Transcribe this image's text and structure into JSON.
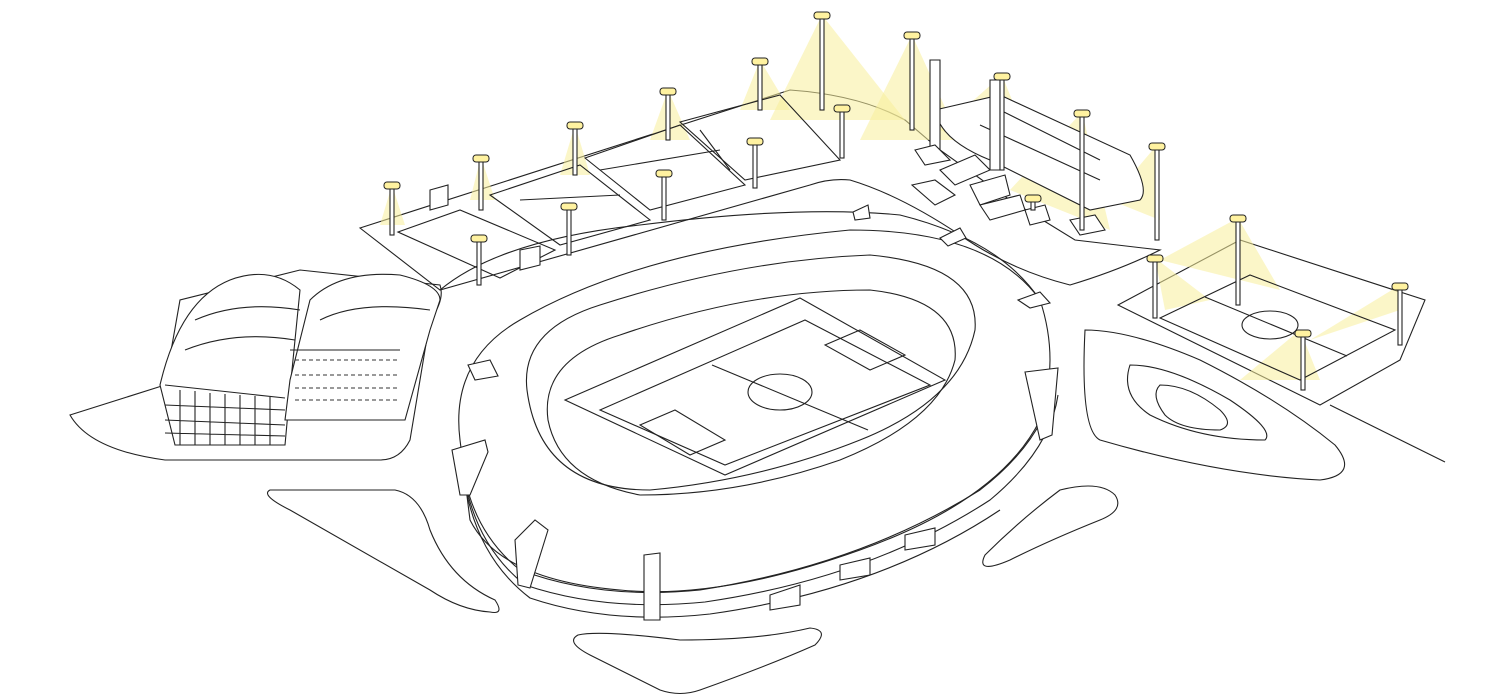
{
  "colors": {
    "background": "#ffffff",
    "line": "#222222",
    "light_beam": "#f7ef9a",
    "light_glow": "#fbf6c8"
  },
  "scene": {
    "elements": [
      "stadium",
      "tennis-courts",
      "basketball-court",
      "indoor-pool",
      "port-terminal",
      "soccer-field",
      "floodlight-poles"
    ]
  }
}
